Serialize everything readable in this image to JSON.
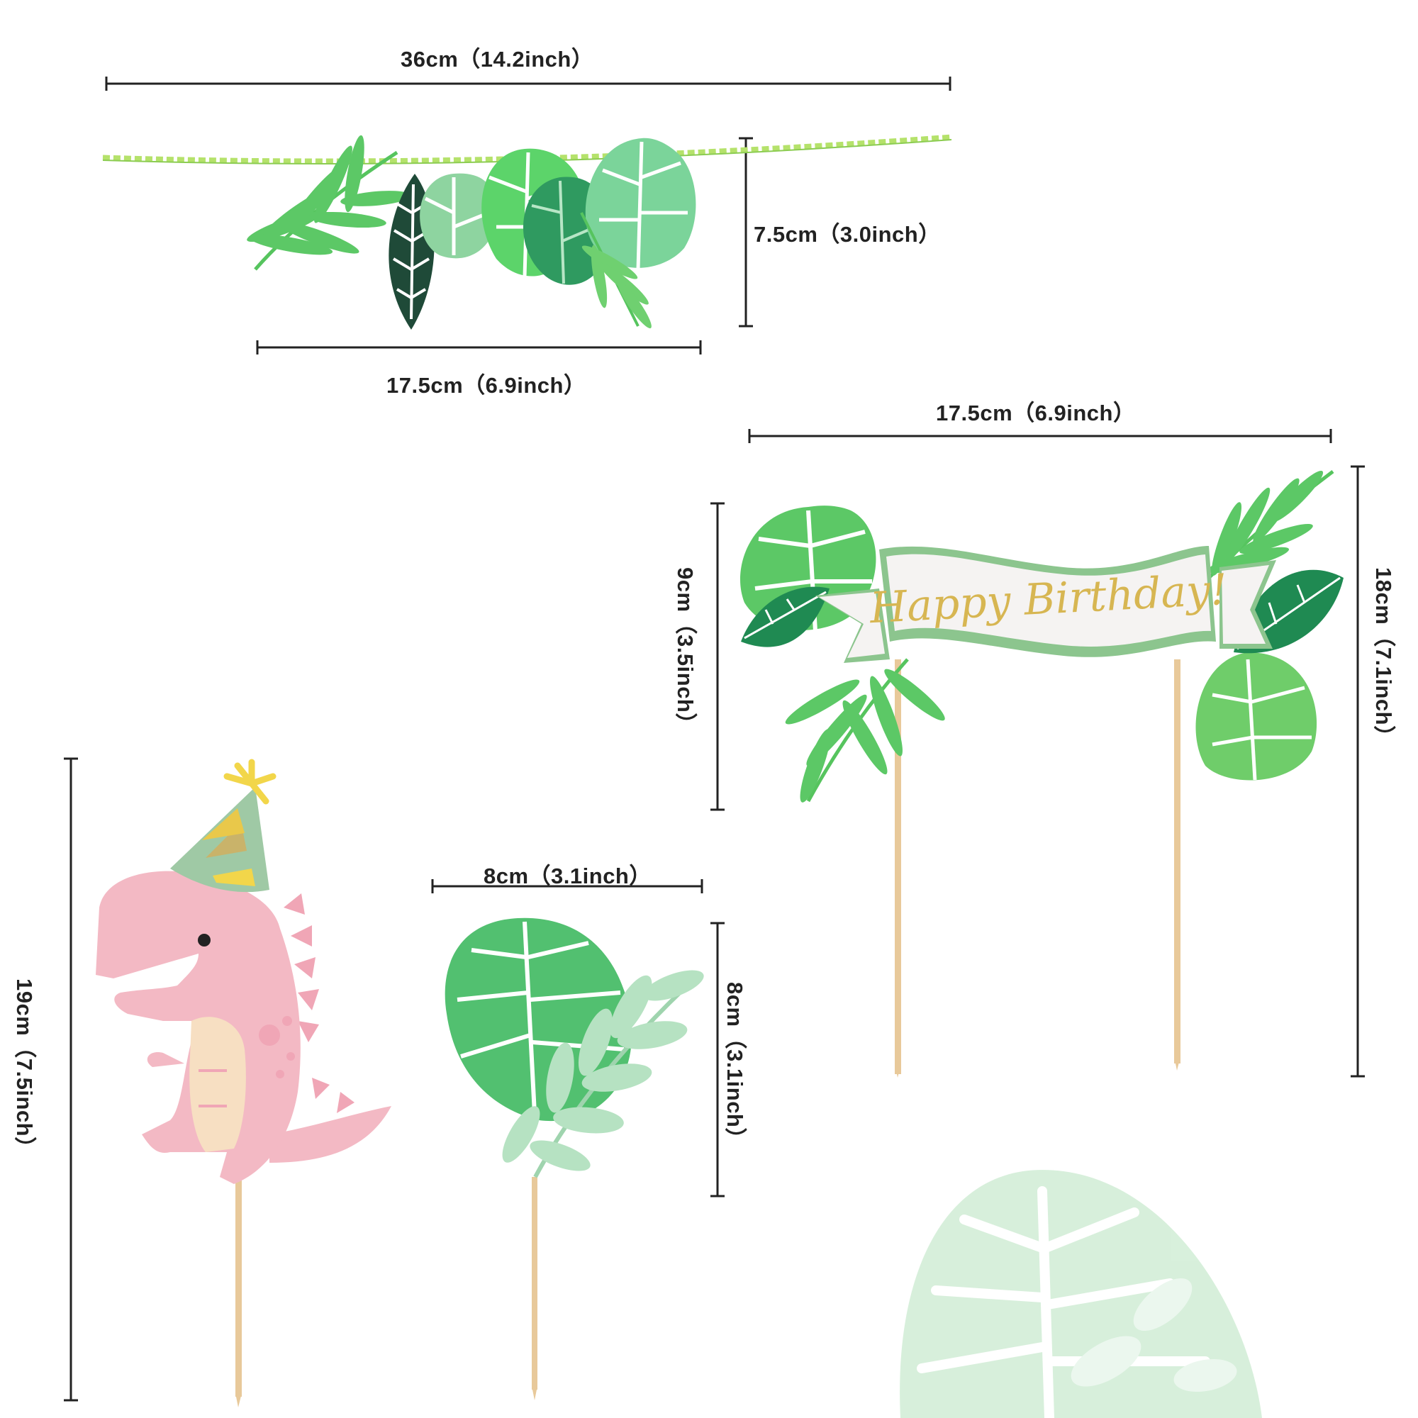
{
  "dimensions": {
    "garland_width": "36cm（14.2inch）",
    "garland_height": "7.5cm（3.0inch）",
    "garland_leaves_width": "17.5cm（6.9inch）",
    "banner_width": "17.5cm（6.9inch）",
    "banner_height": "9cm（3.5inch）",
    "banner_total_height": "18cm（7.1inch）",
    "dino_height": "19cm（7.5inch）",
    "leaf_topper_width": "8cm（3.1inch）",
    "leaf_topper_height": "8cm（3.1inch）"
  },
  "banner": {
    "text": "Happy Birthday!"
  },
  "colors": {
    "leaf_green": "#5cc866",
    "leaf_light": "#8fd98f",
    "leaf_pale": "#b6e2c2",
    "leaf_dark": "#1f4a38",
    "monstera": "#52c070",
    "dino_pink": "#f3b9c4",
    "dino_belly": "#f7dfc2",
    "hat_green": "#9fc9a5",
    "hat_yellow": "#f2d64a",
    "stick": "#e8c99a",
    "gold": "#d7b652",
    "text": "#222222"
  }
}
